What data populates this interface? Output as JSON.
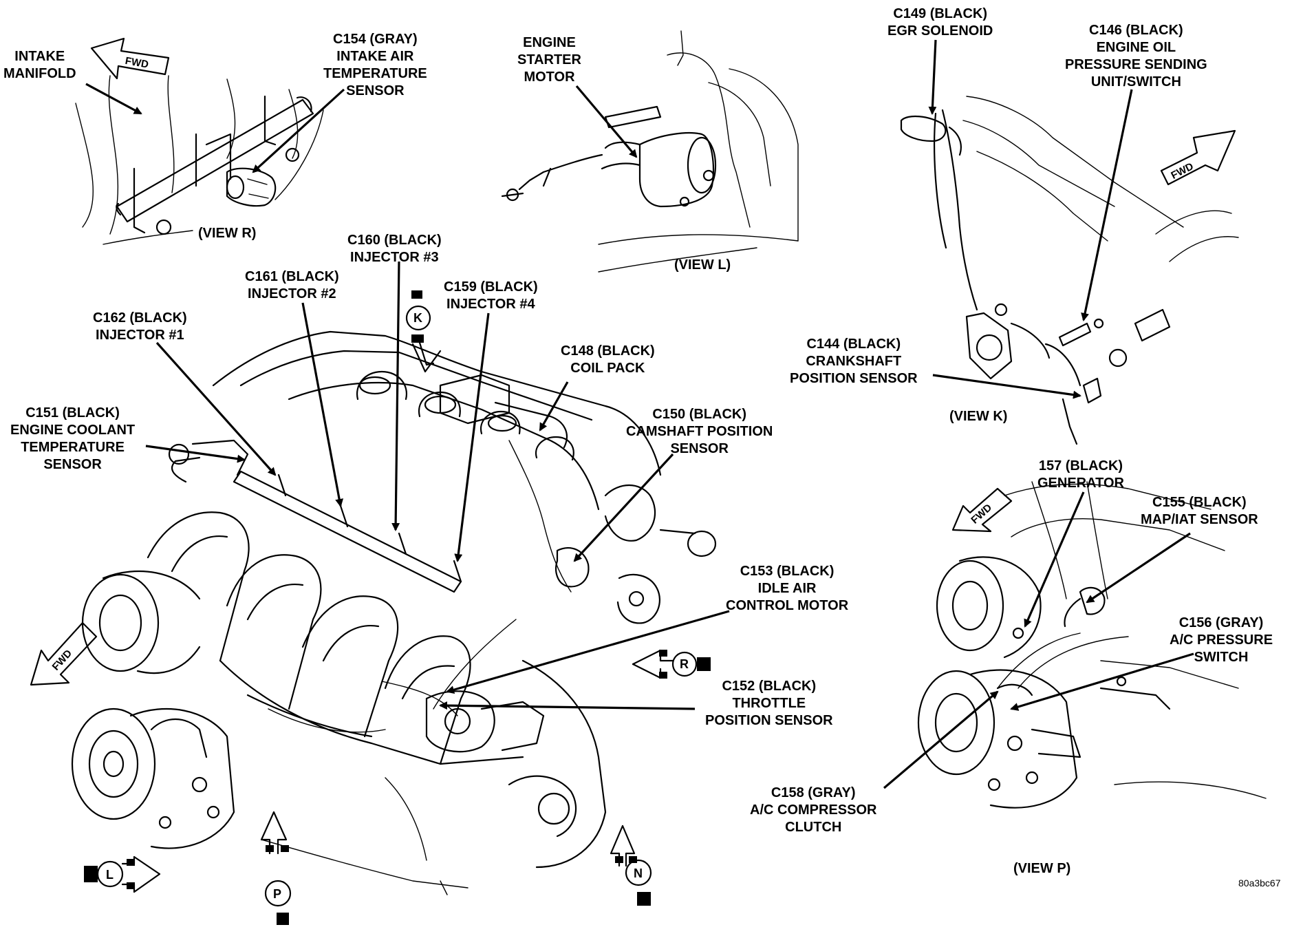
{
  "labels": {
    "intake_manifold": [
      "INTAKE",
      "MANIFOLD"
    ],
    "c154": [
      "C154 (GRAY)",
      "INTAKE AIR",
      "TEMPERATURE",
      "SENSOR"
    ],
    "starter": [
      "ENGINE",
      "STARTER",
      "MOTOR"
    ],
    "c149": [
      "C149 (BLACK)",
      "EGR SOLENOID"
    ],
    "c146": [
      "C146 (BLACK)",
      "ENGINE OIL",
      "PRESSURE SENDING",
      "UNIT/SWITCH"
    ],
    "c160": [
      "C160 (BLACK)",
      "INJECTOR #3"
    ],
    "c161": [
      "C161 (BLACK)",
      "INJECTOR #2"
    ],
    "c159": [
      "C159 (BLACK)",
      "INJECTOR #4"
    ],
    "c162": [
      "C162 (BLACK)",
      "INJECTOR #1"
    ],
    "c148": [
      "C148 (BLACK)",
      "COIL PACK"
    ],
    "c144": [
      "C144 (BLACK)",
      "CRANKSHAFT",
      "POSITION SENSOR"
    ],
    "c151": [
      "C151 (BLACK)",
      "ENGINE COOLANT",
      "TEMPERATURE",
      "SENSOR"
    ],
    "c150": [
      "C150 (BLACK)",
      "CAMSHAFT POSITION",
      "SENSOR"
    ],
    "c157": [
      "157 (BLACK)",
      "GENERATOR"
    ],
    "c155": [
      "C155 (BLACK)",
      "MAP/IAT SENSOR"
    ],
    "c153": [
      "C153 (BLACK)",
      "IDLE AIR",
      "CONTROL MOTOR"
    ],
    "c156": [
      "C156 (GRAY)",
      "A/C PRESSURE",
      "SWITCH"
    ],
    "c152": [
      "C152 (BLACK)",
      "THROTTLE",
      "POSITION SENSOR"
    ],
    "c158": [
      "C158 (GRAY)",
      "A/C COMPRESSOR",
      "CLUTCH"
    ]
  },
  "views": {
    "r": "(VIEW R)",
    "l": "(VIEW L)",
    "k": "(VIEW K)",
    "p": "(VIEW P)"
  },
  "view_letters": {
    "k": "K",
    "r": "R",
    "l": "L",
    "p": "P",
    "n": "N"
  },
  "fwd": "FWD",
  "figure_code": "80a3bc67"
}
